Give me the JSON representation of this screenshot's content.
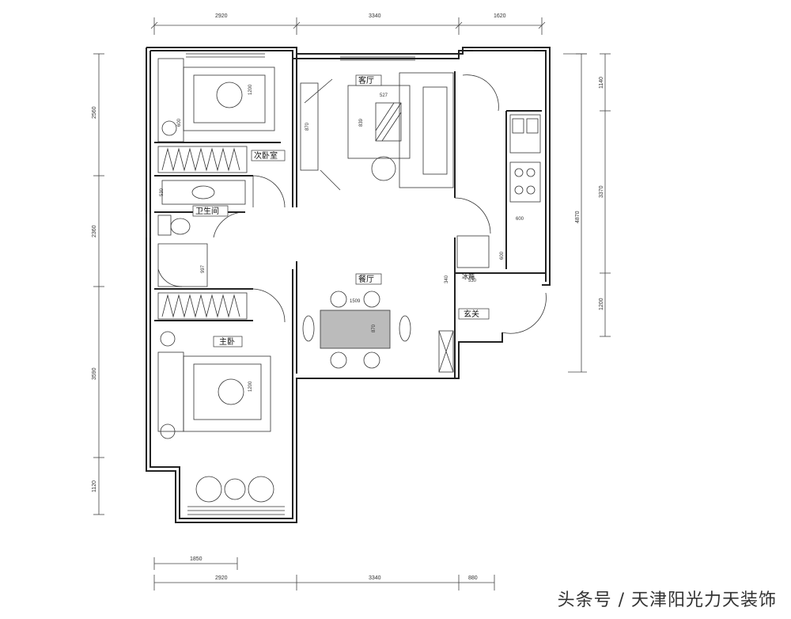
{
  "dimensions": {
    "top": [
      "2920",
      "3340",
      "1620"
    ],
    "bottom_inner": "1850",
    "bottom": [
      "2920",
      "3340",
      "880"
    ],
    "left": [
      "2560",
      "2360",
      "3590",
      "1120"
    ],
    "right_inner": [
      "1140",
      "3370",
      "1200"
    ],
    "right_total": "4870",
    "interior": [
      "527",
      "839",
      "600",
      "870",
      "600",
      "530",
      "1200",
      "1509",
      "870",
      "1200",
      "530",
      "340",
      "997",
      "600"
    ]
  },
  "rooms": {
    "living": "客厅",
    "second_bedroom": "次卧室",
    "bathroom": "卫生间",
    "dining": "餐厅",
    "entrance": "玄关",
    "master_bedroom": "主卧",
    "fridge": "冰箱"
  },
  "watermark": "头条号 / 天津阳光力天装饰"
}
